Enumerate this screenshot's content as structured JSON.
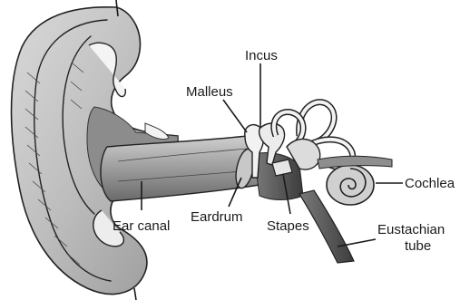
{
  "diagram": {
    "labels": {
      "incus": "Incus",
      "malleus": "Malleus",
      "cochlea": "Cochlea",
      "ear_canal": "Ear canal",
      "eardrum": "Eardrum",
      "stapes": "Stapes",
      "eustachian_line1": "Eustachian",
      "eustachian_line2": "tube"
    }
  }
}
